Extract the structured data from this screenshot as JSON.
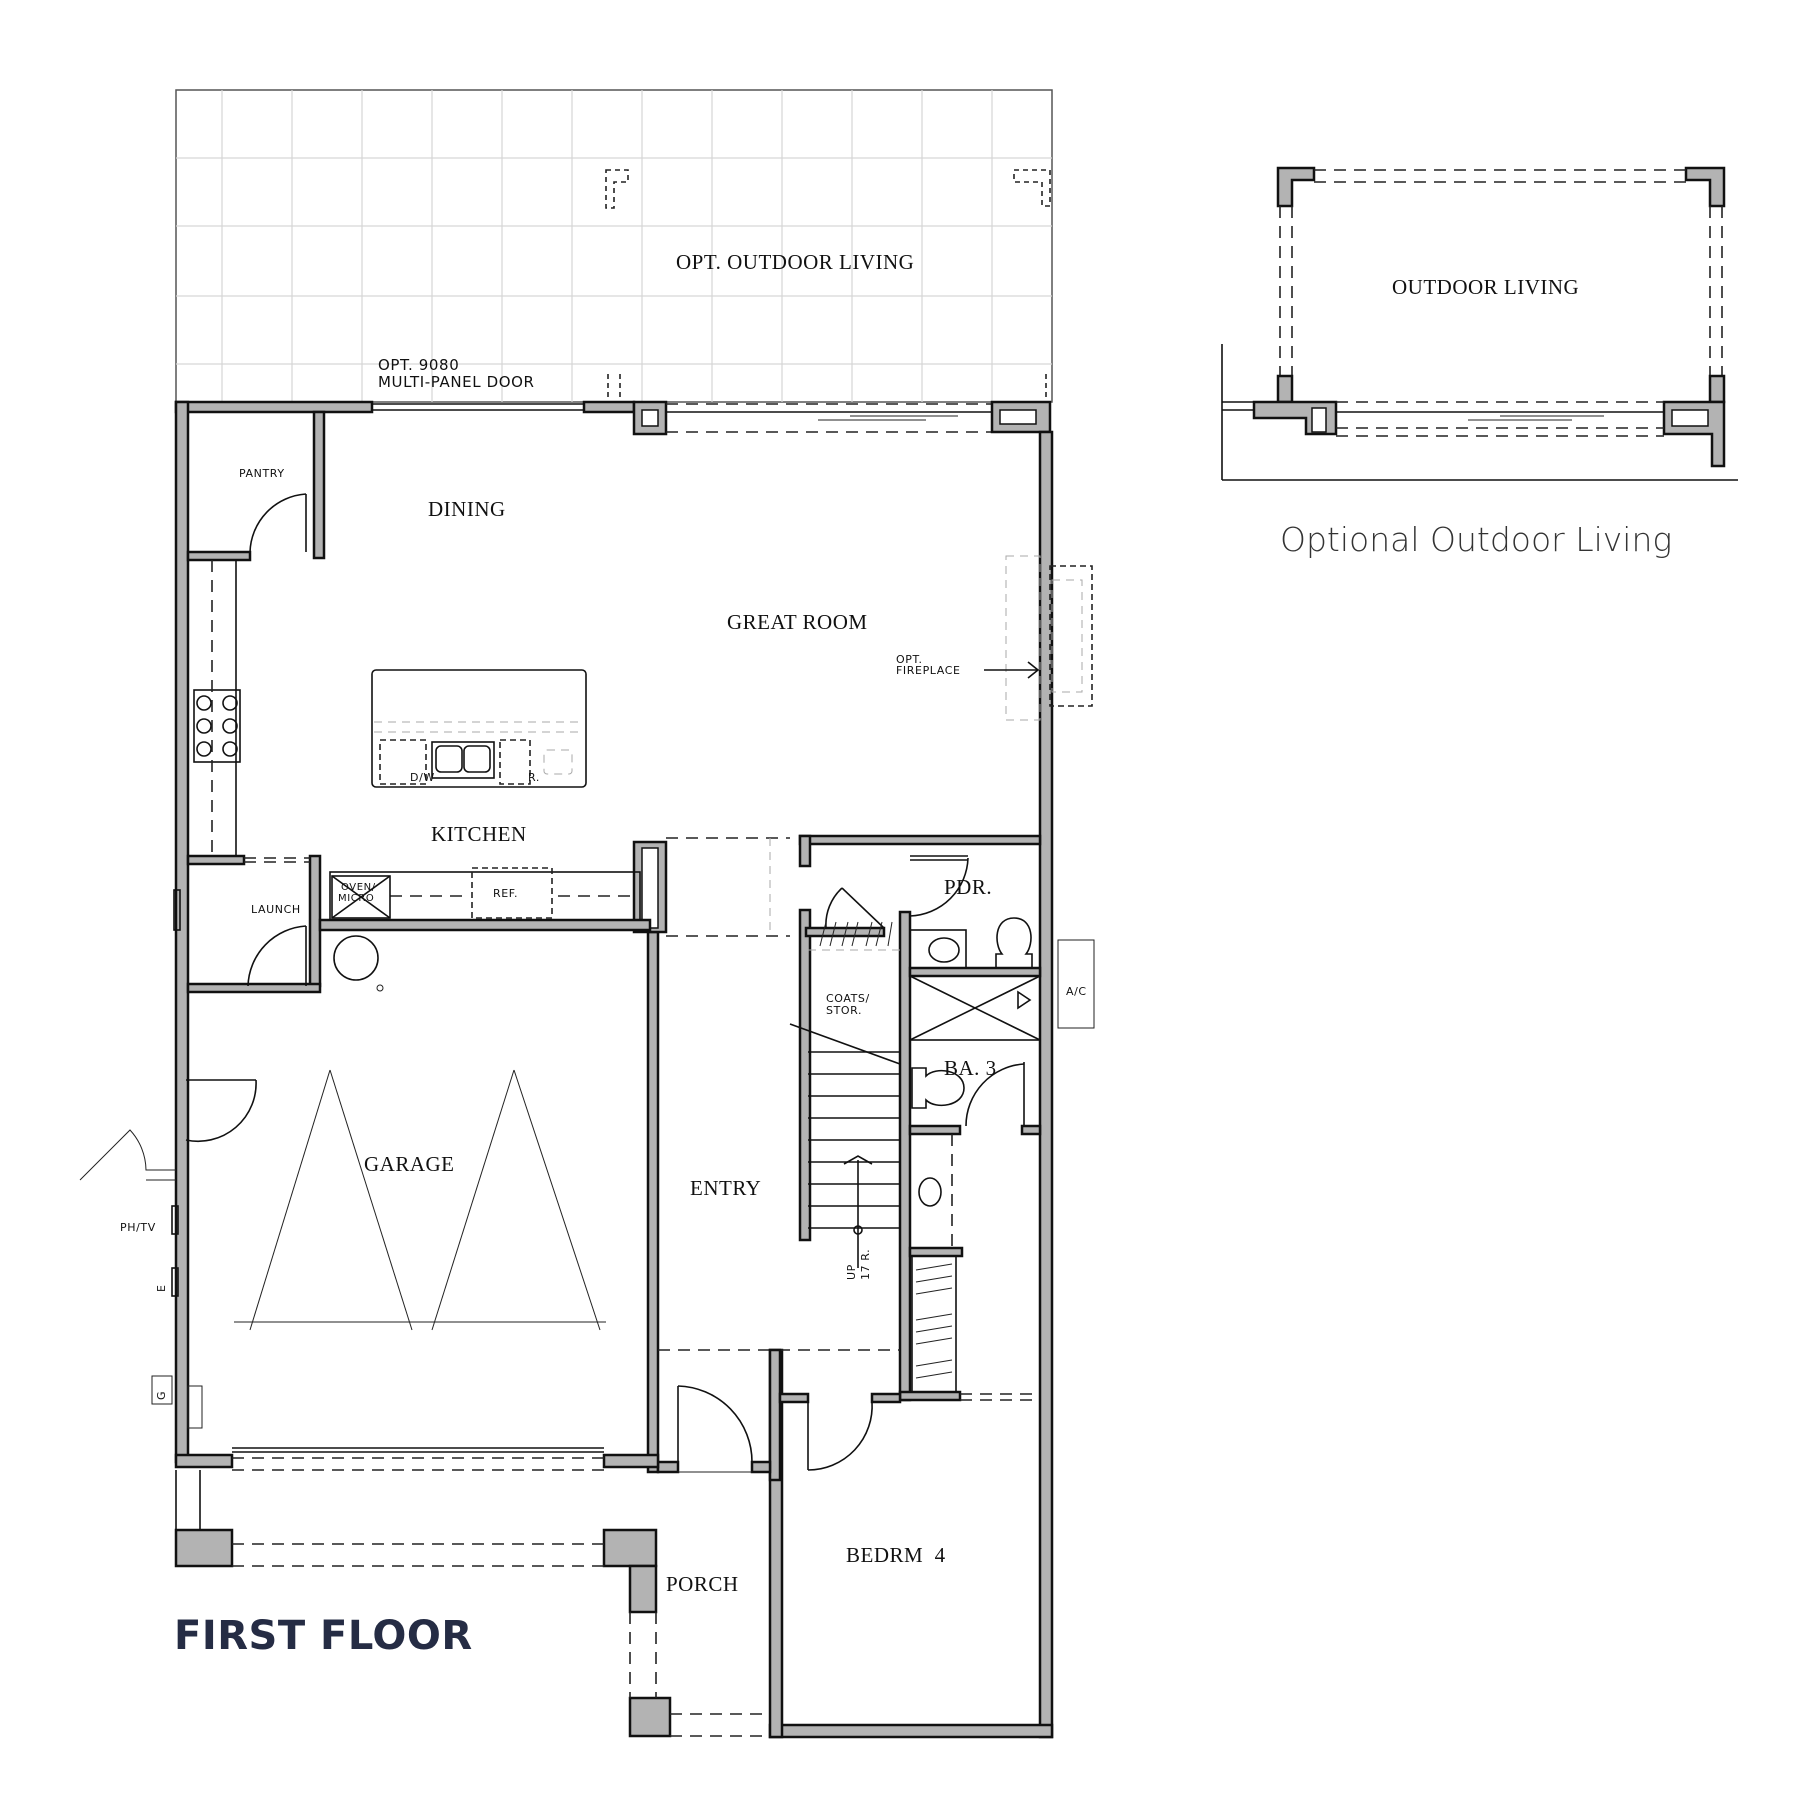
{
  "plan": {
    "title": "FIRST FLOOR",
    "colors": {
      "title": "#252c44",
      "wall_fill": "#b3b3b3",
      "line": "#111111",
      "grid": "#d6d6d6"
    },
    "rooms": {
      "opt_outdoor_living": "OPT. OUTDOOR LIVING",
      "dining": "DINING",
      "great_room": "GREAT ROOM",
      "kitchen": "KITCHEN",
      "pdr": "PDR.",
      "ba3": "BA. 3",
      "garage": "GARAGE",
      "entry": "ENTRY",
      "bedrm4": "BEDRM  4",
      "porch": "PORCH"
    },
    "notes": {
      "multi_panel_door_1": "OPT. 9080",
      "multi_panel_door_2": "MULTI-PANEL DOOR",
      "pantry": "PANTRY",
      "opt_fireplace_1": "OPT.",
      "opt_fireplace_2": "FIREPLACE",
      "dw": "D/W",
      "range": "R.",
      "launch": "LAUNCH",
      "oven_micro_1": "OVEN/",
      "oven_micro_2": "MICRO",
      "ref": "REF.",
      "coats_1": "COATS/",
      "coats_2": "STOR.",
      "ac": "A/C",
      "ph_tv": "PH/TV",
      "e": "E",
      "g": "G",
      "stair_up": "UP",
      "stair_risers": "17 R."
    }
  },
  "optional": {
    "room_label": "OUTDOOR LIVING",
    "caption": "Optional Outdoor Living"
  }
}
